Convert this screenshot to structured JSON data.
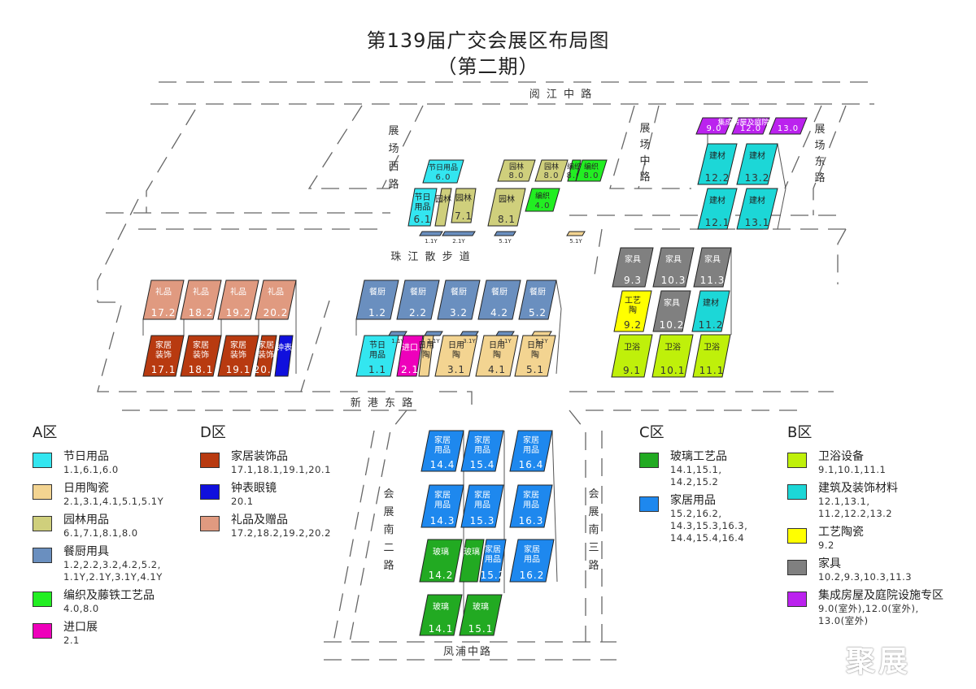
{
  "title": "第139届广交会展区布局图",
  "subtitle": "（第二期）",
  "colors": {
    "holiday": "#33e6f0",
    "ceramic": "#f3d491",
    "garden": "#cfcf7c",
    "kitchen": "#6a8fbf",
    "weave": "#22ee22",
    "import": "#ee00bb",
    "deco": "#b83a10",
    "clock": "#1010dd",
    "gift": "#e09a80",
    "glass": "#22aa22",
    "home": "#1e88ee",
    "sanitary": "#bff00a",
    "building": "#1cd7d7",
    "tileC": "#ffff00",
    "furniture": "#808080",
    "house": "#bb22ee"
  },
  "roads": [
    {
      "id": "road-yuejiang",
      "text": "阅 江 中 路"
    },
    {
      "id": "road-west",
      "text": "展场西路"
    },
    {
      "id": "road-middle",
      "text": "展场中路"
    },
    {
      "id": "road-east",
      "text": "展场东路"
    },
    {
      "id": "road-zhujiang",
      "text": "珠 江 散 步 道"
    },
    {
      "id": "road-xingang",
      "text": "新 港 东 路"
    },
    {
      "id": "road-south2",
      "text": "会展南二路"
    },
    {
      "id": "road-south3",
      "text": "会展南三路"
    },
    {
      "id": "road-fengpu",
      "text": "凤浦中路"
    }
  ],
  "halls": [
    {
      "id": "9.0",
      "label": "",
      "num": "9.0",
      "color": "house"
    },
    {
      "id": "12.0",
      "label": "集成房屋及庭院设施",
      "num": "12.0",
      "color": "house"
    },
    {
      "id": "13.0",
      "label": "",
      "num": "13.0",
      "color": "house"
    },
    {
      "id": "12.2",
      "label": "建材",
      "num": "12.2",
      "color": "building"
    },
    {
      "id": "13.2",
      "label": "建材",
      "num": "13.2",
      "color": "building"
    },
    {
      "id": "12.1",
      "label": "建材",
      "num": "12.1",
      "color": "building"
    },
    {
      "id": "13.1",
      "label": "建材",
      "num": "13.1",
      "color": "building"
    },
    {
      "id": "6.0",
      "label": "节日用品",
      "num": "6.0",
      "color": "holiday"
    },
    {
      "id": "8.0a",
      "label": "园林",
      "num": "8.0",
      "color": "garden"
    },
    {
      "id": "8.0b",
      "label": "园林",
      "num": "8.0",
      "color": "garden"
    },
    {
      "id": "8.0c",
      "label": "编织",
      "num": "8.0",
      "color": "weave"
    },
    {
      "id": "8.0d",
      "label": "编织",
      "num": "8.0",
      "color": "weave"
    },
    {
      "id": "6.1a",
      "label": "节日用品",
      "num": "6.1",
      "color": "holiday"
    },
    {
      "id": "6.1b",
      "label": "园林",
      "num": "",
      "color": "garden"
    },
    {
      "id": "7.1",
      "label": "园林",
      "num": "7.1",
      "color": "garden"
    },
    {
      "id": "8.1",
      "label": "园林",
      "num": "8.1",
      "color": "garden"
    },
    {
      "id": "4.0",
      "label": "编织",
      "num": "4.0",
      "color": "weave"
    },
    {
      "id": "1.1Y",
      "label": "",
      "num": "1.1Y",
      "color": "kitchen"
    },
    {
      "id": "2.1Y",
      "label": "",
      "num": "2.1Y",
      "color": "kitchen"
    },
    {
      "id": "5.1Y",
      "label": "",
      "num": "5.1Y",
      "color": "kitchen"
    },
    {
      "id": "5.1Yb",
      "label": "",
      "num": "5.1Y",
      "color": "ceramic"
    },
    {
      "id": "9.3",
      "label": "家具",
      "num": "9.3",
      "color": "furniture"
    },
    {
      "id": "10.3",
      "label": "家具",
      "num": "10.3",
      "color": "furniture"
    },
    {
      "id": "11.3",
      "label": "家具",
      "num": "11.3",
      "color": "furniture"
    },
    {
      "id": "9.2",
      "label": "工艺陶",
      "num": "9.2",
      "color": "tileC"
    },
    {
      "id": "10.2",
      "label": "家具",
      "num": "10.2",
      "color": "furniture"
    },
    {
      "id": "11.2",
      "label": "建材",
      "num": "11.2",
      "color": "building"
    },
    {
      "id": "9.1",
      "label": "卫浴",
      "num": "9.1",
      "color": "sanitary"
    },
    {
      "id": "10.1",
      "label": "卫浴",
      "num": "10.1",
      "color": "sanitary"
    },
    {
      "id": "11.1",
      "label": "卫浴",
      "num": "11.1",
      "color": "sanitary"
    },
    {
      "id": "17.2",
      "label": "礼品",
      "num": "17.2",
      "color": "gift"
    },
    {
      "id": "18.2",
      "label": "礼品",
      "num": "18.2",
      "color": "gift"
    },
    {
      "id": "19.2",
      "label": "礼品",
      "num": "19.2",
      "color": "gift"
    },
    {
      "id": "20.2",
      "label": "礼品",
      "num": "20.2",
      "color": "gift"
    },
    {
      "id": "17.1",
      "label": "家居装饰",
      "num": "17.1",
      "color": "deco"
    },
    {
      "id": "18.1",
      "label": "家居装饰",
      "num": "18.1",
      "color": "deco"
    },
    {
      "id": "19.1",
      "label": "家居装饰",
      "num": "19.1",
      "color": "deco"
    },
    {
      "id": "20.1",
      "label": "家居装饰",
      "num": "20.1",
      "color": "deco"
    },
    {
      "id": "20.1b",
      "label": "钟表",
      "num": "",
      "color": "clock"
    },
    {
      "id": "1.2",
      "label": "餐厨",
      "num": "1.2",
      "color": "kitchen"
    },
    {
      "id": "2.2",
      "label": "餐厨",
      "num": "2.2",
      "color": "kitchen"
    },
    {
      "id": "3.2",
      "label": "餐厨",
      "num": "3.2",
      "color": "kitchen"
    },
    {
      "id": "4.2",
      "label": "餐厨",
      "num": "4.2",
      "color": "kitchen"
    },
    {
      "id": "5.2",
      "label": "餐厨",
      "num": "5.2",
      "color": "kitchen"
    },
    {
      "id": "1.1",
      "label": "节日用品",
      "num": "1.1",
      "color": "holiday"
    },
    {
      "id": "2.1",
      "label": "进口",
      "num": "2.1",
      "color": "import"
    },
    {
      "id": "2.1b",
      "label": "日用陶",
      "num": "",
      "color": "ceramic"
    },
    {
      "id": "3.1",
      "label": "日用陶",
      "num": "3.1",
      "color": "ceramic"
    },
    {
      "id": "4.1",
      "label": "日用陶",
      "num": "4.1",
      "color": "ceramic"
    },
    {
      "id": "5.1",
      "label": "日用陶",
      "num": "5.1",
      "color": "ceramic"
    },
    {
      "id": "1.1Y_s",
      "label": "",
      "num": "1.1Y",
      "color": "kitchen"
    },
    {
      "id": "2.1Y_s",
      "label": "",
      "num": "2.1Y",
      "color": "kitchen"
    },
    {
      "id": "3.1Y_s",
      "label": "",
      "num": "3.1Y",
      "color": "kitchen"
    },
    {
      "id": "4.1Y_s",
      "label": "",
      "num": "4.1Y",
      "color": "kitchen"
    },
    {
      "id": "5.1Y_s",
      "label": "",
      "num": "5.1Y",
      "color": "ceramic"
    },
    {
      "id": "14.4",
      "label": "家居用品",
      "num": "14.4",
      "color": "home"
    },
    {
      "id": "15.4",
      "label": "家居用品",
      "num": "15.4",
      "color": "home"
    },
    {
      "id": "16.4",
      "label": "家居用品",
      "num": "16.4",
      "color": "home"
    },
    {
      "id": "14.3",
      "label": "家居用品",
      "num": "14.3",
      "color": "home"
    },
    {
      "id": "15.3",
      "label": "家居用品",
      "num": "15.3",
      "color": "home"
    },
    {
      "id": "16.3",
      "label": "家居用品",
      "num": "16.3",
      "color": "home"
    },
    {
      "id": "14.2",
      "label": "玻璃",
      "num": "14.2",
      "color": "glass"
    },
    {
      "id": "15.2a",
      "label": "玻璃",
      "num": "",
      "color": "glass"
    },
    {
      "id": "15.2",
      "label": "家居用品",
      "num": "15.2",
      "color": "home"
    },
    {
      "id": "16.2",
      "label": "家居用品",
      "num": "16.2",
      "color": "home"
    },
    {
      "id": "14.1",
      "label": "玻璃",
      "num": "14.1",
      "color": "glass"
    },
    {
      "id": "15.1",
      "label": "玻璃",
      "num": "15.1",
      "color": "glass"
    }
  ],
  "legend": {
    "A": {
      "zone": "A区",
      "items": [
        {
          "name": "节日用品",
          "list": "1.1,6.1,6.0",
          "color": "holiday"
        },
        {
          "name": "日用陶瓷",
          "list": "2.1,3.1,4.1,5.1,5.1Y",
          "color": "ceramic"
        },
        {
          "name": "园林用品",
          "list": "6.1,7.1,8.1,8.0",
          "color": "garden"
        },
        {
          "name": "餐厨用具",
          "list": "1.2,2.2,3.2,4.2,5.2,\n1.1Y,2.1Y,3.1Y,4.1Y",
          "color": "kitchen"
        },
        {
          "name": "编织及藤铁工艺品",
          "list": "4.0,8.0",
          "color": "weave"
        },
        {
          "name": "进口展",
          "list": "2.1",
          "color": "import"
        }
      ]
    },
    "D": {
      "zone": "D区",
      "items": [
        {
          "name": "家居装饰品",
          "list": "17.1,18.1,19.1,20.1",
          "color": "deco"
        },
        {
          "name": "钟表眼镜",
          "list": "20.1",
          "color": "clock"
        },
        {
          "name": "礼品及赠品",
          "list": "17.2,18.2,19.2,20.2",
          "color": "gift"
        }
      ]
    },
    "C": {
      "zone": "C区",
      "items": [
        {
          "name": "玻璃工艺品",
          "list": "14.1,15.1,\n14.2,15.2",
          "color": "glass"
        },
        {
          "name": "家居用品",
          "list": "15.2,16.2,\n14.3,15.3,16.3,\n14.4,15.4,16.4",
          "color": "home"
        }
      ]
    },
    "B": {
      "zone": "B区",
      "items": [
        {
          "name": "卫浴设备",
          "list": "9.1,10.1,11.1",
          "color": "sanitary"
        },
        {
          "name": "建筑及装饰材料",
          "list": "12.1,13.1,\n11.2,12.2,13.2",
          "color": "building"
        },
        {
          "name": "工艺陶瓷",
          "list": "9.2",
          "color": "tileC"
        },
        {
          "name": "家具",
          "list": "10.2,9.3,10.3,11.3",
          "color": "furniture"
        },
        {
          "name": "集成房屋及庭院设施专区",
          "list": "9.0(室外),12.0(室外),\n13.0(室外)",
          "color": "house"
        }
      ]
    }
  },
  "watermark": "聚展"
}
